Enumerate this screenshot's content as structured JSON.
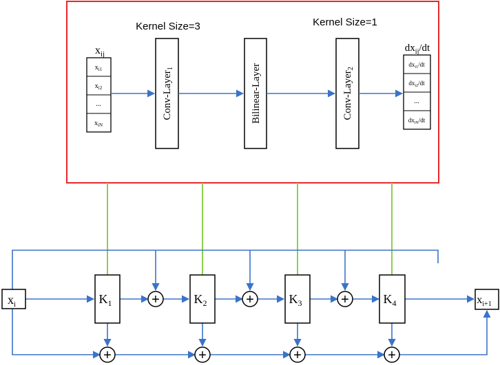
{
  "colors": {
    "frame": "#e8262a",
    "arrow": "#3a73c9",
    "link": "#8ccf4e",
    "stroke": "#000000"
  },
  "top": {
    "kernel_size_1": "Kernel Size=3",
    "kernel_size_2": "Kernel Size=1",
    "input_title": {
      "base": "x",
      "sub": "ij"
    },
    "input_cells": [
      {
        "base": "x",
        "sub": "i1"
      },
      {
        "base": "x",
        "sub": "i2"
      },
      {
        "base": "...",
        "sub": ""
      },
      {
        "base": "x",
        "sub": "iN"
      }
    ],
    "conv1": {
      "base": "Conv-Layer",
      "sub": "1"
    },
    "bilinear": "Bilinear-Layer",
    "conv2": {
      "base": "Conv-Layer",
      "sub": "2"
    },
    "output_title": {
      "base": "dx",
      "sub": "ij",
      "suffix": "/dt"
    },
    "output_cells": [
      {
        "base": "dx",
        "sub": "i1",
        "suffix": "/dt"
      },
      {
        "base": "dx",
        "sub": "i2",
        "suffix": "/dt"
      },
      {
        "base": "...",
        "sub": "",
        "suffix": ""
      },
      {
        "base": "dx",
        "sub": "iN",
        "suffix": "/dt"
      }
    ]
  },
  "bottom": {
    "input": {
      "base": "x",
      "sub": "i"
    },
    "output": {
      "base": "x",
      "sub": "i+1"
    },
    "kernels": [
      {
        "base": "K",
        "sub": "1"
      },
      {
        "base": "K",
        "sub": "2"
      },
      {
        "base": "K",
        "sub": "3"
      },
      {
        "base": "K",
        "sub": "4"
      }
    ],
    "plus_symbol": "+"
  }
}
